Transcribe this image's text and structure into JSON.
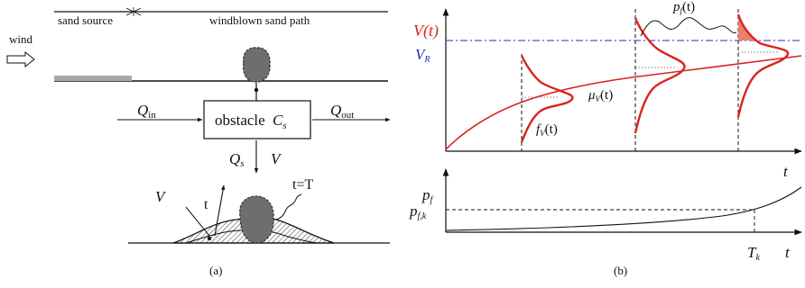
{
  "panel_a": {
    "sand_source": "sand source",
    "windblown_path": "windblown sand path",
    "wind": "wind",
    "q_in_sym": "Q",
    "q_in_sub": "in",
    "q_out_sym": "Q",
    "q_out_sub": "out",
    "obstacle_text": "obstacle",
    "obstacle_sym": "C",
    "obstacle_sub": "s",
    "qs_sym": "Q",
    "qs_sub": "s",
    "v_arrow_label": "V",
    "v_deposit_label": "V",
    "t_label": "t",
    "t_equals_T": "t=T",
    "caption": "(a)"
  },
  "panel_b": {
    "v_of_t": "V(t)",
    "vr_sym": "V",
    "vr_sub": "R",
    "pf_of_t_sym": "p",
    "pf_of_t_sub": "f",
    "pf_of_t_arg": "(t)",
    "mu_sym": "μ",
    "mu_sub": "V",
    "mu_arg": "(t)",
    "f_sym": "f",
    "f_sub": "V",
    "f_arg": "(t)",
    "t_axis_top": "t",
    "pf_axis_sym": "p",
    "pf_axis_sub": "f",
    "pfk_sym": "p",
    "pfk_sub": "f,k",
    "tk_sym": "T",
    "tk_sub": "k",
    "t_axis_bottom": "t",
    "caption": "(b)",
    "colors": {
      "curve": "#d9231d",
      "threshold": "#2b2bb5",
      "fill": "#e8826f"
    }
  }
}
